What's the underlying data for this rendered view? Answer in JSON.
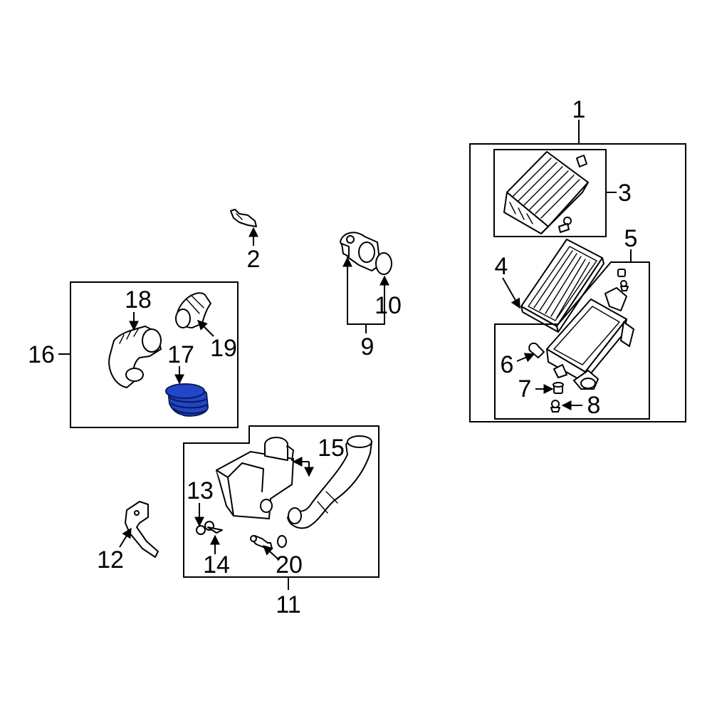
{
  "diagram": {
    "highlight_color": "#2346c8",
    "callouts": {
      "c1": "1",
      "c2": "2",
      "c3": "3",
      "c4": "4",
      "c5": "5",
      "c6": "6",
      "c7": "7",
      "c8": "8",
      "c9": "9",
      "c10": "10",
      "c11": "11",
      "c12": "12",
      "c13": "13",
      "c14": "14",
      "c15": "15",
      "c16": "16",
      "c17": "17",
      "c18": "18",
      "c19": "19",
      "c20": "20"
    },
    "highlighted_part": "17"
  }
}
